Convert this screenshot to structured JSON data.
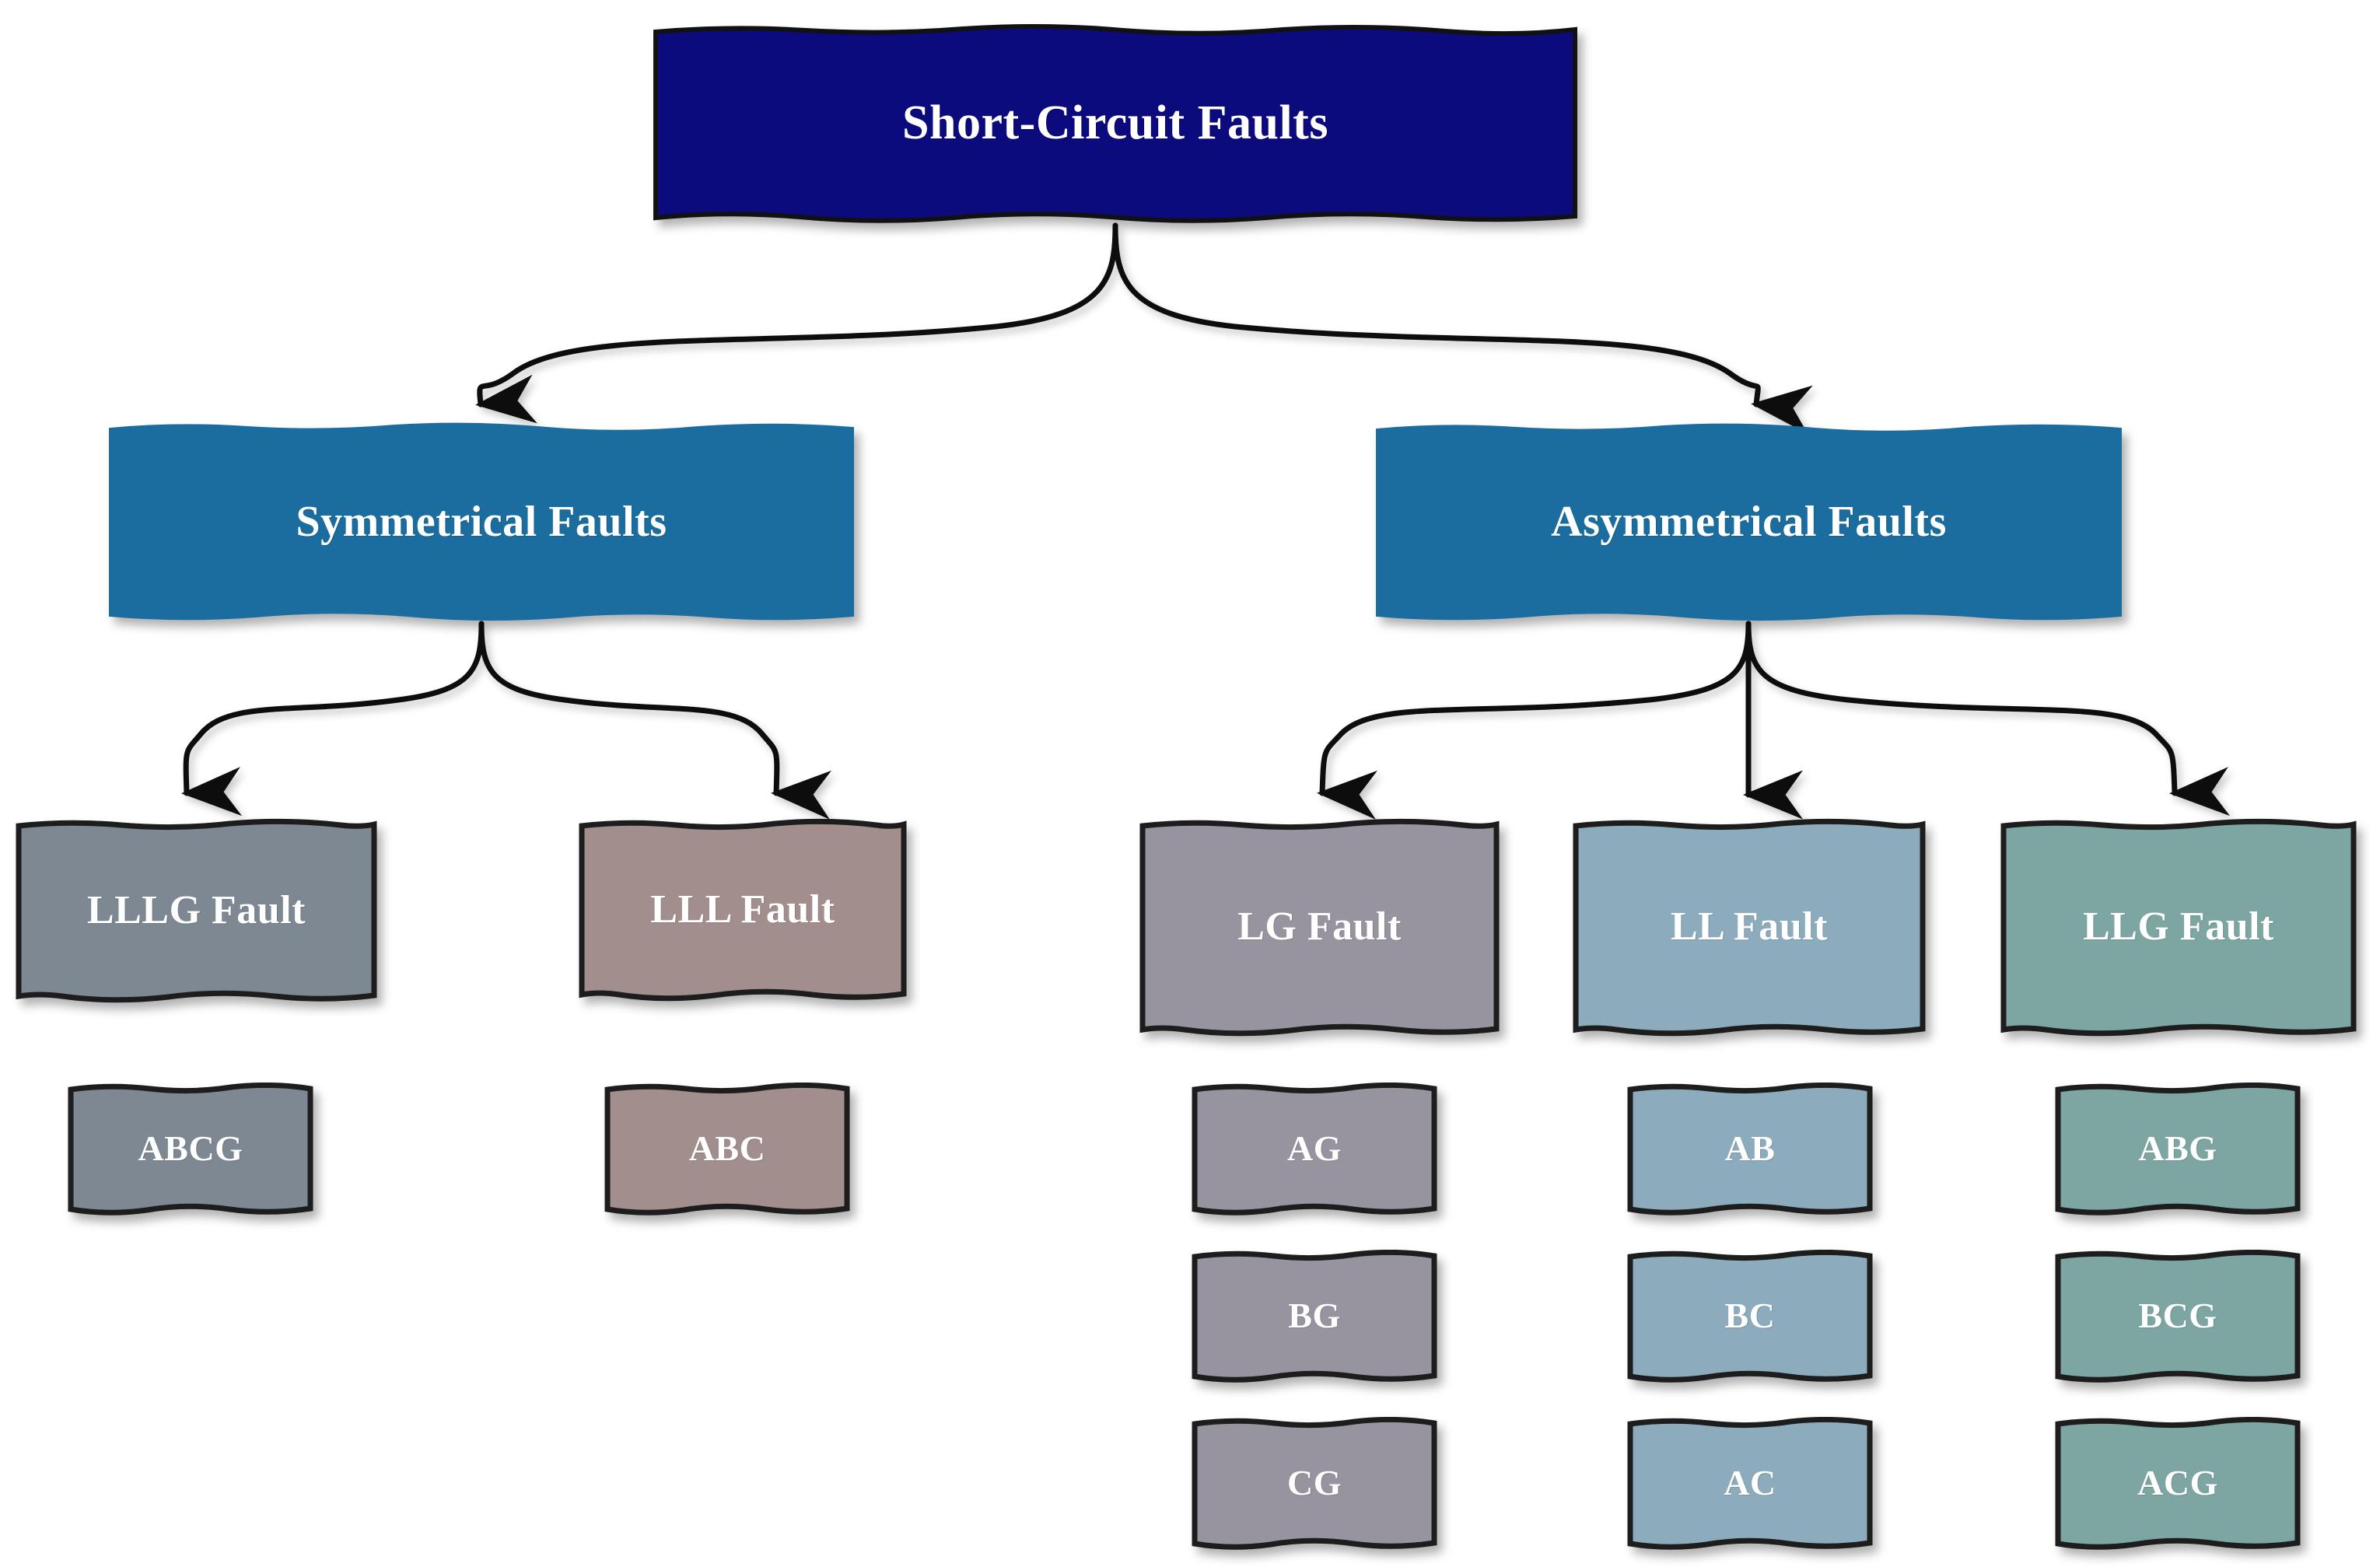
{
  "diagram": {
    "title": "Short-Circuit Faults classification tree",
    "background": "#ffffff",
    "edge_color": "#111111"
  },
  "palette": {
    "root_fill": "#0b0b7d",
    "root_stroke": "#111111",
    "level2_fill": "#1a6d9e",
    "level2_stroke": "#1a6d9e",
    "lllg_fill": "#7d8892",
    "lll_fill": "#a28e8c",
    "lg_fill": "#97939f",
    "ll_fill": "#8cabbc",
    "llg_fill": "#7da5a2",
    "node_stroke": "#1d1d1d",
    "text_color": "#ffffff"
  },
  "nodes": {
    "root": {
      "label": "Short-Circuit Faults"
    },
    "symmetrical": {
      "label": "Symmetrical Faults"
    },
    "asymmetrical": {
      "label": "Asymmetrical Faults"
    },
    "lllg": {
      "label": "LLLG Fault"
    },
    "lll": {
      "label": "LLL Fault"
    },
    "lg": {
      "label": "LG Fault"
    },
    "ll": {
      "label": "LL Fault"
    },
    "llg": {
      "label": "LLG Fault"
    }
  },
  "leaves": {
    "lllg": [
      "ABCG"
    ],
    "lll": [
      "ABC"
    ],
    "lg": [
      "AG",
      "BG",
      "CG"
    ],
    "ll": [
      "AB",
      "BC",
      "AC"
    ],
    "llg": [
      "ABG",
      "BCG",
      "ACG"
    ]
  },
  "tree": {
    "level1": [
      "Short-Circuit Faults"
    ],
    "level2": [
      "Symmetrical Faults",
      "Asymmetrical Faults"
    ],
    "level3_symmetrical": [
      "LLLG Fault",
      "LLL Fault"
    ],
    "level3_asymmetrical": [
      "LG Fault",
      "LL Fault",
      "LLG Fault"
    ]
  }
}
